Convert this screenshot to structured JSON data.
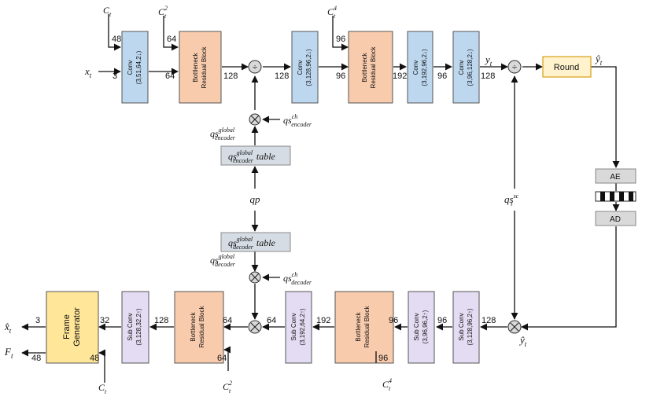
{
  "colors": {
    "conv": "#bdd7ee",
    "bottleneck": "#f8cbad",
    "subconv": "#e4dcf2",
    "generator": "#ffe699",
    "round": "#fff2cc",
    "table": "#d6dce4",
    "coder": "#d9d9d9",
    "border": "#555555"
  },
  "encoder": {
    "conv1": {
      "name": "Conv",
      "params": "(3,51,64,2↓)"
    },
    "block1": {
      "line1": "Bottleneck",
      "line2": "Residual Block"
    },
    "conv2": {
      "name": "Conv",
      "params": "(3,128,96,2↓)"
    },
    "block2": {
      "line1": "Bottleneck",
      "line2": "Residual Block"
    },
    "conv3": {
      "name": "Conv",
      "params": "(3,192,96,2↓)"
    },
    "conv4": {
      "name": "Conv",
      "params": "(3,96,128,2↓)"
    },
    "round": "Round",
    "input": "x",
    "output": "y",
    "yhat": "ŷ"
  },
  "coder": {
    "ae": "AE",
    "ad": "AD"
  },
  "decoder": {
    "subconv1": {
      "name": "Sub Conv",
      "params": "(3,128,96,2↑)"
    },
    "subconv2": {
      "name": "Sub Conv",
      "params": "(3,96,96,2↑)"
    },
    "block1": {
      "line1": "Bottleneck",
      "line2": "Residual Block"
    },
    "subconv3": {
      "name": "Sub Conv",
      "params": "(3,192,64,2↑)"
    },
    "block2": {
      "line1": "Bottleneck",
      "line2": "Residual Block"
    },
    "subconv4": {
      "name": "Sub Conv",
      "params": "(3,128,32,2↑)"
    },
    "generator": {
      "line1": "Frame",
      "line2": "Generator"
    },
    "out_x": "x̂",
    "out_f": "F",
    "yhat": "ŷ"
  },
  "quant": {
    "qp": "qp",
    "enc_table": "table",
    "dec_table": "table",
    "qs": "qs",
    "sup_global": "global",
    "sub_encoder": "encoder",
    "sub_decoder": "decoder",
    "sup_ch": "ch",
    "sup_sc": "sc",
    "sub_t": "t"
  },
  "ctx": {
    "c": "C",
    "sub": "t",
    "sup2": "2",
    "sup4": "4"
  },
  "channels": {
    "enc_48": "48",
    "enc_3": "3",
    "enc_64a": "64",
    "enc_64b": "64",
    "enc_128a": "128",
    "enc_128b": "128",
    "enc_96a": "96",
    "enc_96b": "96",
    "enc_192": "192",
    "enc_96c": "96",
    "enc_128c": "128",
    "dec_128": "128",
    "dec_96a": "96",
    "dec_96b": "96",
    "dec_96c": "96",
    "dec_192": "192",
    "dec_64a": "64",
    "dec_64b": "64",
    "dec_64c": "64",
    "dec_128b": "128",
    "dec_32": "32",
    "dec_3": "3",
    "dec_48a": "48",
    "dec_48b": "48"
  }
}
